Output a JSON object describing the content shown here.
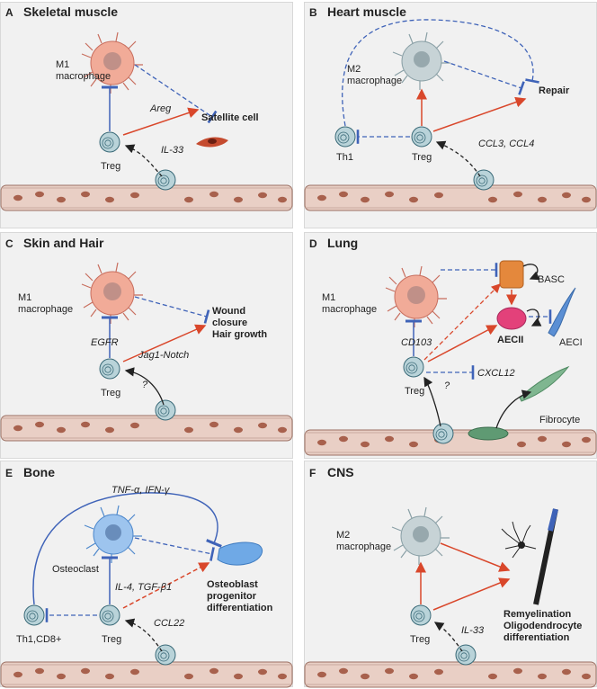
{
  "panels": [
    {
      "letter": "A",
      "title": "Skeletal muscle",
      "macrophage": "M1",
      "macrophage_sub": "macrophage",
      "treg": "Treg",
      "gene1": "Areg",
      "gene2": "IL-33",
      "target": "Satellite cell"
    },
    {
      "letter": "B",
      "title": "Heart muscle",
      "macrophage": "M2",
      "macrophage_sub": "macrophage",
      "treg": "Treg",
      "th": "Th1",
      "gene2": "CCL3, CCL4",
      "target": "Repair"
    },
    {
      "letter": "C",
      "title": "Skin and Hair",
      "macrophage": "M1",
      "macrophage_sub": "macrophage",
      "treg": "Treg",
      "gene1": "EGFR",
      "gene3": "Jag1-Notch",
      "gene2": "?",
      "target1": "Wound",
      "target2": "closure",
      "target3": "Hair growth"
    },
    {
      "letter": "D",
      "title": "Lung",
      "macrophage": "M1",
      "macrophage_sub": "macrophage",
      "treg": "Treg",
      "gene1": "CD103",
      "gene3": "CXCL12",
      "gene2": "?",
      "basc": "BASC",
      "aecii": "AECII",
      "aeci": "AECI",
      "fibrocyte": "Fibrocyte"
    },
    {
      "letter": "E",
      "title": "Bone",
      "osteoclast": "Osteoclast",
      "treg": "Treg",
      "th": "Th1,CD8+",
      "gene_top": "TNF-α, IFN-γ",
      "gene1": "IL-4, TGF-β1",
      "gene2": "CCL22",
      "target1": "Osteoblast",
      "target2": "progenitor",
      "target3": "differentiation"
    },
    {
      "letter": "F",
      "title": "CNS",
      "macrophage": "M2",
      "macrophage_sub": "macrophage",
      "treg": "Treg",
      "gene2": "IL-33",
      "target1": "Remyelination",
      "target2": "Oligodendrocyte",
      "target3": "differentiation"
    }
  ],
  "colors": {
    "red": "#d9472b",
    "blue": "#3f63b8",
    "vessel": "#e2c7bd",
    "rbc": "#a8614d",
    "treg": "#b9d3d9"
  }
}
